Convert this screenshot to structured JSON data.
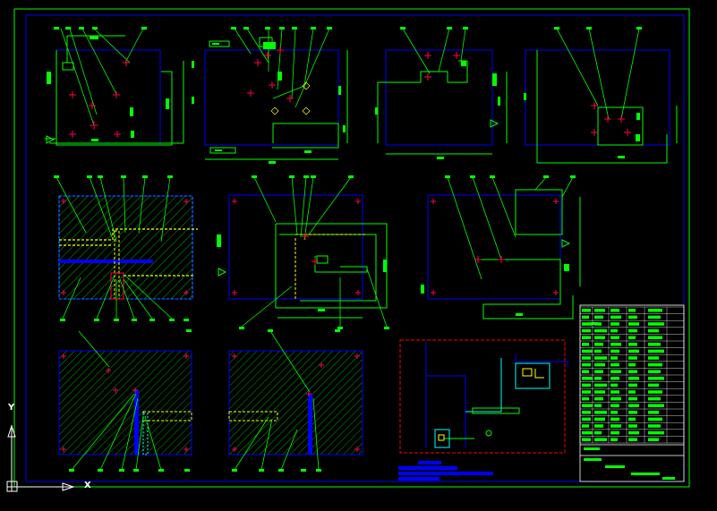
{
  "drawing": {
    "background": "#000000",
    "colors": {
      "outline": "#0000ff",
      "dimension": "#00ff00",
      "center_mark": "#ff0044",
      "hatch_cyan": "#00ffff",
      "hatch_yellow": "#ffff00",
      "detail_frame": "#ff0000",
      "ucs": "#ffffff",
      "text_bar": "#0000ff"
    }
  },
  "title_block": {
    "title_text": "",
    "rows": 20
  },
  "ucs_icon": {
    "x_label": "X",
    "y_label": "Y"
  }
}
